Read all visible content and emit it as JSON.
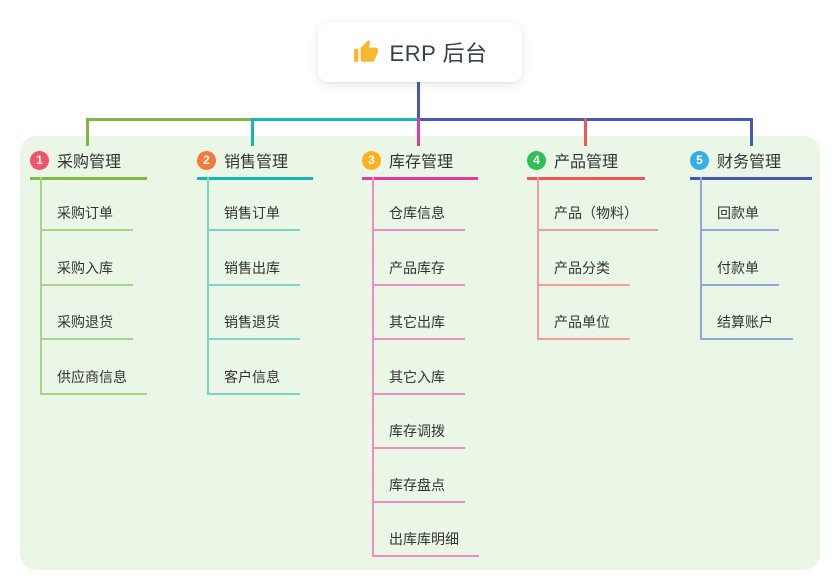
{
  "root": {
    "label": "ERP 后台",
    "icon": "thumbs-up-icon"
  },
  "colors": {
    "canvas_bg": "#ffffff",
    "panel_bg": "#ebf7e6",
    "root_connector": "#4459bb",
    "node_text": "#333333",
    "root_text": "#333f50",
    "thumbs_up": "#f7b731"
  },
  "branches": [
    {
      "num": "1",
      "label": "采购管理",
      "badge_color": "#f4516c",
      "line_color": "#7cb93e",
      "child_line_color": "#a9d28c",
      "children": [
        "采购订单",
        "采购入库",
        "采购退货",
        "供应商信息"
      ]
    },
    {
      "num": "2",
      "label": "销售管理",
      "badge_color": "#f5793b",
      "line_color": "#14b8ad",
      "child_line_color": "#7fd0c9",
      "children": [
        "销售订单",
        "销售出库",
        "销售退货",
        "客户信息"
      ]
    },
    {
      "num": "3",
      "label": "库存管理",
      "badge_color": "#ffb020",
      "line_color": "#e23a9d",
      "child_line_color": "#f08cc5",
      "children": [
        "仓库信息",
        "产品库存",
        "其它出库",
        "其它入库",
        "库存调拨",
        "库存盘点",
        "出库库明细"
      ]
    },
    {
      "num": "4",
      "label": "产品管理",
      "badge_color": "#2fbf53",
      "line_color": "#f25757",
      "child_line_color": "#f79a9a",
      "children": [
        "产品（物料）",
        "产品分类",
        "产品单位"
      ]
    },
    {
      "num": "5",
      "label": "财务管理",
      "badge_color": "#35aee3",
      "line_color": "#4459bb",
      "child_line_color": "#93a6de",
      "children": [
        "回款单",
        "付款单",
        "结算账户"
      ]
    }
  ]
}
